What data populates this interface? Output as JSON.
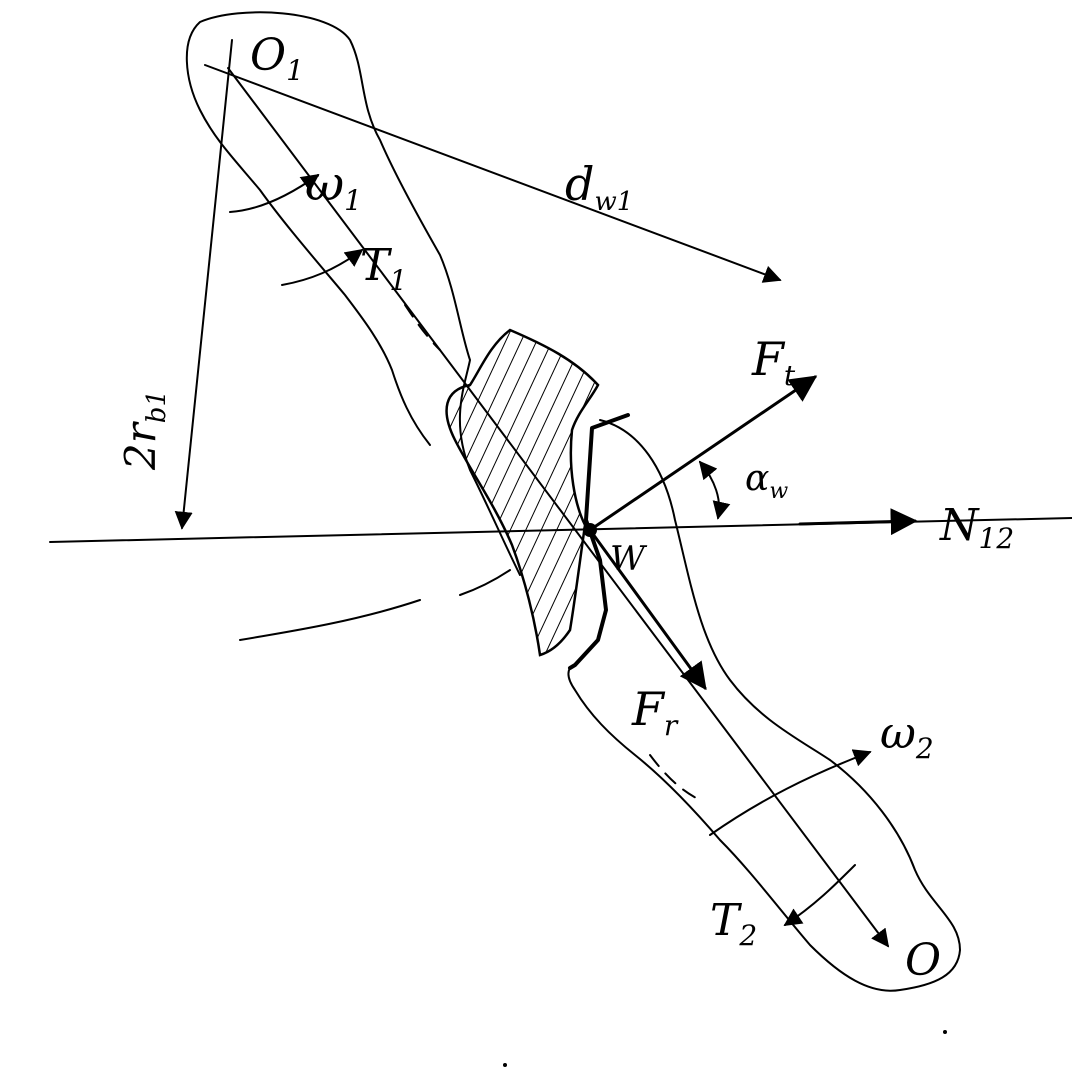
{
  "labels": {
    "o1": "O",
    "o1_sub": "1",
    "o2": "O",
    "omega1": "ω",
    "omega1_sub": "1",
    "omega2": "ω",
    "omega2_sub": "2",
    "t1": "T",
    "t1_sub": "1",
    "t2": "T",
    "t2_sub": "2",
    "dw1": "d",
    "dw1_sub": "w1",
    "rb1": "2r",
    "rb1_sub": "b1",
    "ft": "F",
    "ft_sub": "t",
    "fr": "F",
    "fr_sub": "r",
    "alpha": "α",
    "alpha_sub": "w",
    "n12": "N",
    "n12_sub": "12",
    "w": "W"
  },
  "colors": {
    "ink": "#000000",
    "paper": "#ffffff"
  }
}
